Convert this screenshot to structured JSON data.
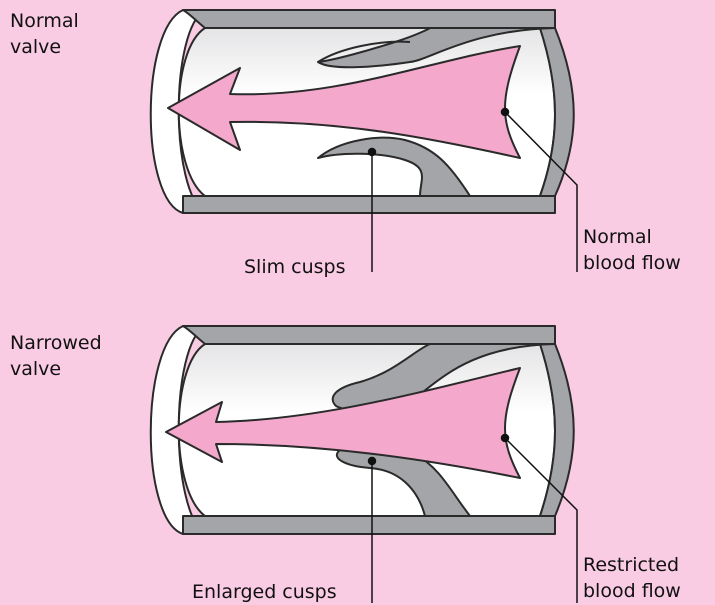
{
  "labels": {
    "top_valve": [
      "Normal",
      "valve"
    ],
    "top_cusps": "Slim cusps",
    "top_flow": [
      "Normal",
      "blood flow"
    ],
    "bottom_valve": [
      "Narrowed",
      "valve"
    ],
    "bottom_cusps": "Enlarged cusps",
    "bottom_flow": [
      "Restricted",
      "blood flow"
    ]
  },
  "colors": {
    "background": "#f9cce4",
    "vessel_wall": "#a3a5a8",
    "wall_outline": "#2a2a2a",
    "lumen": "#ffffff",
    "flow_arrow": "#f3a8cc"
  }
}
